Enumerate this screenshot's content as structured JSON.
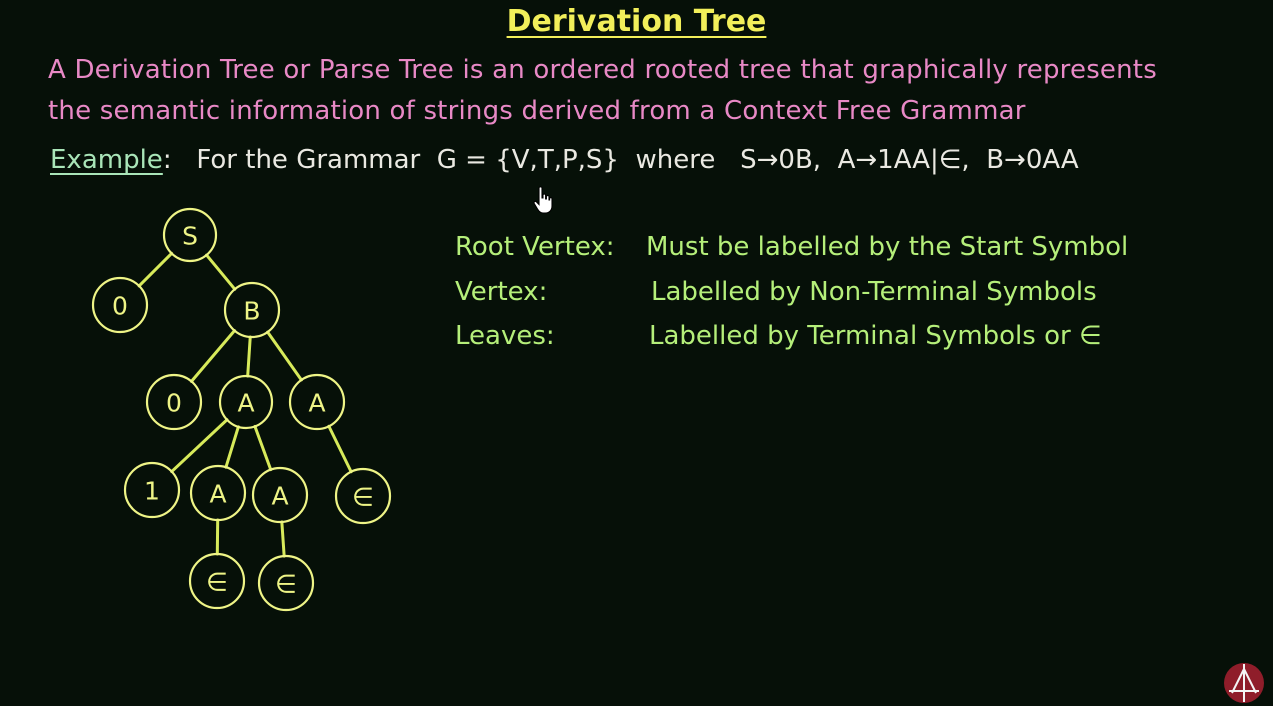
{
  "title": "Derivation Tree",
  "description": {
    "line1": "A Derivation Tree or Parse Tree is an ordered rooted tree that graphically represents",
    "line2": "the semantic information of strings derived from a Context Free Grammar"
  },
  "example": {
    "label": "Example",
    "text": ":   For the Grammar  G = {V,T,P,S}  where   S→0B,  A→1AA|∈,  B→0AA"
  },
  "rules": [
    {
      "term": "Root Vertex:",
      "definition": "Must be labelled by the Start Symbol"
    },
    {
      "term": "Vertex:",
      "definition": "Labelled by Non-Terminal Symbols"
    },
    {
      "term": "Leaves:",
      "definition": "Labelled by Terminal Symbols or ∈"
    }
  ],
  "tree": {
    "nodes": [
      {
        "id": "n1",
        "label": "S"
      },
      {
        "id": "n2",
        "label": "0"
      },
      {
        "id": "n3",
        "label": "B"
      },
      {
        "id": "n4",
        "label": "0"
      },
      {
        "id": "n5",
        "label": "A"
      },
      {
        "id": "n6",
        "label": "A"
      },
      {
        "id": "n7",
        "label": "1"
      },
      {
        "id": "n8",
        "label": "A"
      },
      {
        "id": "n9",
        "label": "A"
      },
      {
        "id": "n10",
        "label": "∈"
      },
      {
        "id": "n11",
        "label": "∈"
      },
      {
        "id": "n12",
        "label": "∈"
      }
    ],
    "edges": [
      [
        "n1",
        "n2"
      ],
      [
        "n1",
        "n3"
      ],
      [
        "n3",
        "n4"
      ],
      [
        "n3",
        "n5"
      ],
      [
        "n3",
        "n6"
      ],
      [
        "n5",
        "n7"
      ],
      [
        "n5",
        "n8"
      ],
      [
        "n5",
        "n9"
      ],
      [
        "n6",
        "n10"
      ],
      [
        "n8",
        "n11"
      ],
      [
        "n9",
        "n12"
      ]
    ]
  },
  "colors": {
    "background": "#061008",
    "title": "#f2ef5a",
    "description": "#e889c6",
    "example_label": "#a9e5b8",
    "rules": "#b5ef7a",
    "tree_nodes": "#eef486",
    "tree_edges": "#d7ea5a"
  },
  "icons": {
    "cursor": "hand-pointer-icon",
    "logo": "channel-logo-icon"
  }
}
